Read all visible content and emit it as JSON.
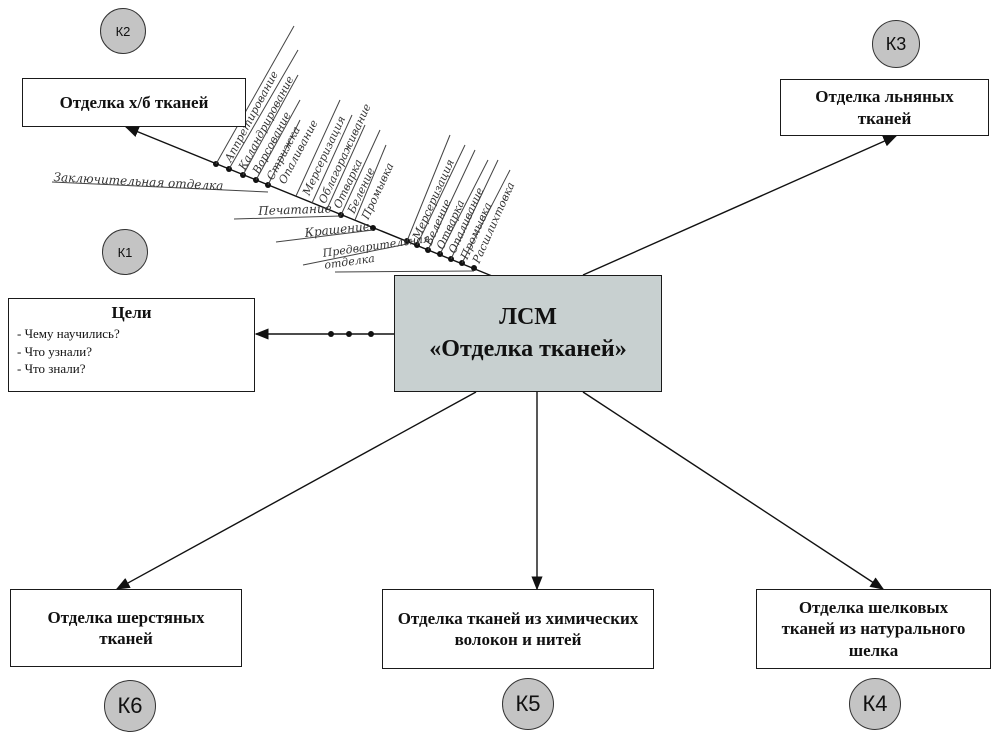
{
  "center": {
    "line1": "ЛСМ",
    "line2": "«Отделка тканей»"
  },
  "goals": {
    "title": "Цели",
    "items": [
      "- Чему научились?",
      "- Что узнали?",
      "- Что знали?"
    ]
  },
  "boxes": {
    "cotton": "Отделка х/б тканей",
    "linen": "Отделка льняных тканей",
    "wool": "Отделка шерстяных тканей",
    "chemical": "Отделка тканей из химических волокон и нитей",
    "silk": "Отделка шелковых тканей из натурального шелка"
  },
  "badges": {
    "k1": "К1",
    "k2": "К2",
    "k3": "К3",
    "k4": "К4",
    "k5": "К5",
    "k6": "К6"
  },
  "handwritten": {
    "final": "Заключительная отделка",
    "printing": "Печатание",
    "dyeing": "Крашение",
    "preliminary": "Предварительная отделка",
    "upper_labels": [
      "Аппретирование",
      "Каландрирование",
      "Ворсование",
      "Стрижка",
      "Опаливание"
    ],
    "mid_labels": [
      "Мерсеризация",
      "Облагораживание",
      "Отварка",
      "Беление",
      "Промывка"
    ],
    "lower_labels": [
      "Мерсеризация",
      "Беление",
      "Отварка",
      "Опаливание",
      "Промывка",
      "Расшлихтовка"
    ]
  }
}
